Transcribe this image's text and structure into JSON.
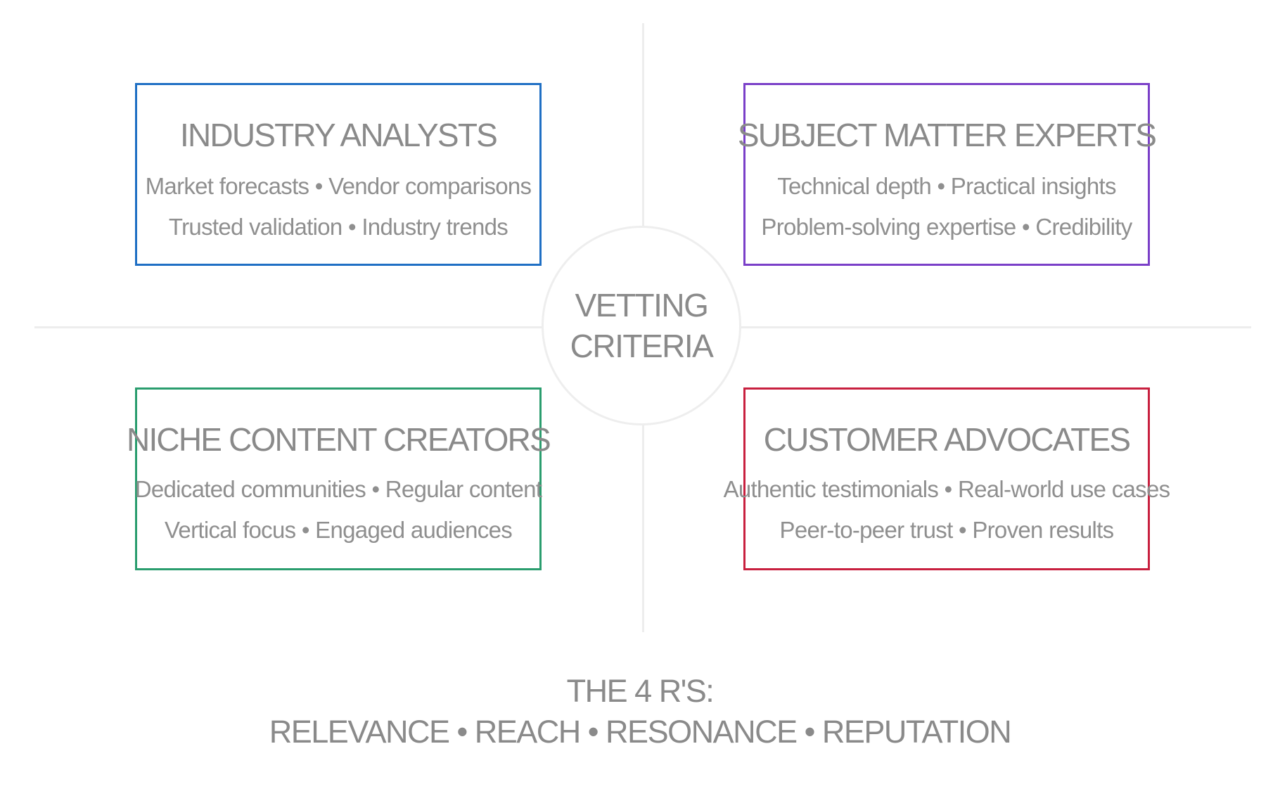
{
  "center": {
    "line1": "VETTING",
    "line2": "CRITERIA"
  },
  "quadrants": {
    "industry_analysts": {
      "title": "INDUSTRY ANALYSTS",
      "line1": "Market forecasts • Vendor comparisons",
      "line2": "Trusted validation • Industry trends",
      "color": "#1f6fc4"
    },
    "subject_matter_experts": {
      "title": "SUBJECT MATTER EXPERTS",
      "line1": "Technical depth • Practical insights",
      "line2": "Problem-solving expertise • Credibility",
      "color": "#7a3fc8"
    },
    "niche_content_creators": {
      "title": "NICHE CONTENT CREATORS",
      "line1": "Dedicated communities • Regular content",
      "line2": "Vertical focus • Engaged audiences",
      "color": "#2a9d6e"
    },
    "customer_advocates": {
      "title": "CUSTOMER ADVOCATES",
      "line1": "Authentic testimonials • Real-world use cases",
      "line2": "Peer-to-peer trust • Proven results",
      "color": "#c8203f"
    }
  },
  "footer": {
    "title": "THE 4 R'S:",
    "line": "RELEVANCE • REACH • RESONANCE • REPUTATION"
  }
}
